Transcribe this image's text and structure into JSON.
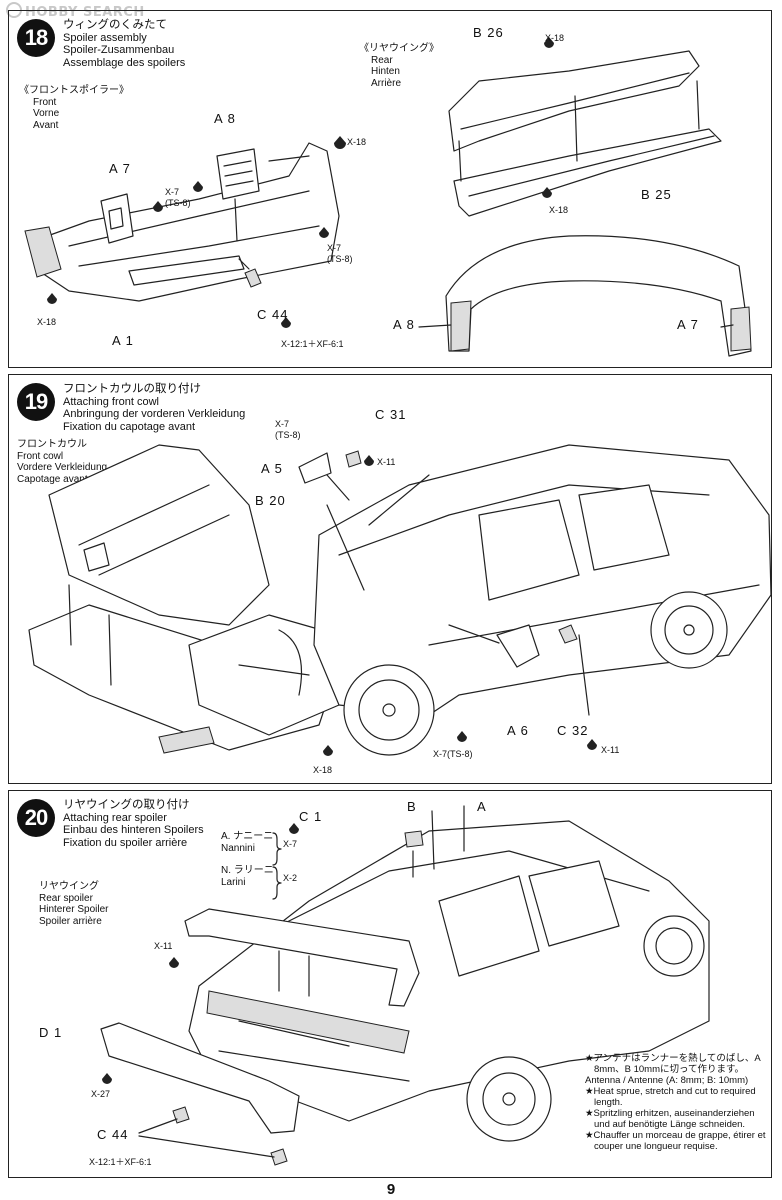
{
  "watermark": "HOBBY SEARCH",
  "page_number": "9",
  "step18": {
    "number": "18",
    "title_jp": "ウィングのくみたて",
    "title_en": "Spoiler assembly",
    "title_de": "Spoiler-Zusammenbau",
    "title_fr": "Assemblage des spoilers",
    "front_jp": "《フロントスポイラー》",
    "front_en": "Front",
    "front_de": "Vorne",
    "front_fr": "Avant",
    "rear_jp": "《リヤウイング》",
    "rear_en": "Rear",
    "rear_de": "Hinten",
    "rear_fr": "Arrière",
    "parts": {
      "a8_top": "A 8",
      "a7_top": "A 7",
      "a1": "A 1",
      "c44": "C 44",
      "b26": "B 26",
      "b25": "B 25",
      "a8_bot": "A 8",
      "a7_bot": "A 7"
    },
    "glue": {
      "x18_a": "X-18",
      "x18_b": "X-18",
      "x18_c": "X-18",
      "x18_d": "X-18",
      "x7_a": "X-7",
      "ts8_a": "(TS-8)",
      "x7_b": "X-7",
      "ts8_b": "(TS-8)",
      "mix": "X-12:1＋XF-6:1"
    }
  },
  "step19": {
    "number": "19",
    "title_jp": "フロントカウルの取り付け",
    "title_en": "Attaching front cowl",
    "title_de": "Anbringung der vorderen Verkleidung",
    "title_fr": "Fixation du capotage avant",
    "cowl_jp": "フロントカウル",
    "cowl_en": "Front cowl",
    "cowl_de": "Vordere Verkleidung",
    "cowl_fr": "Capotage avant",
    "parts": {
      "c31": "C 31",
      "a5": "A 5",
      "b20": "B 20",
      "a6": "A 6",
      "c32": "C 32"
    },
    "glue": {
      "x7": "X-7",
      "ts8": "(TS-8)",
      "x11_a": "X-11",
      "x7ts8": "X-7(TS-8)",
      "x11_b": "X-11",
      "x18": "X-18"
    }
  },
  "step20": {
    "number": "20",
    "title_jp": "リヤウイングの取り付け",
    "title_en": "Attaching rear spoiler",
    "title_de": "Einbau des hinteren Spoilers",
    "title_fr": "Fixation du spoiler arrière",
    "wing_jp": "リヤウイング",
    "wing_en": "Rear spoiler",
    "wing_de": "Hinterer Spoiler",
    "wing_fr": "Spoiler arrière",
    "nannini_jp": "A. ナニーニ",
    "nannini": "Nannini",
    "larini_jp": "N. ラリーニ",
    "larini": "Larini",
    "parts": {
      "c1": "C 1",
      "b": "B",
      "a": "A",
      "d1": "D 1",
      "c44": "C 44"
    },
    "glue": {
      "x7": "X-7",
      "x2": "X-2",
      "x11": "X-11",
      "x27": "X-27",
      "mix": "X-12:1＋XF-6:1"
    },
    "notes": [
      "★アンテナはランナーを熱してのばし、A 8mm、B 10mmに切って作ります。",
      "Antenna / Antenne (A: 8mm; B: 10mm)",
      "★Heat sprue, stretch and cut to required length.",
      "★Spritzling erhitzen, auseinanderziehen und auf benötigte Länge schneiden.",
      "★Chauffer un morceau de grappe, étirer et couper une longueur requise."
    ]
  }
}
